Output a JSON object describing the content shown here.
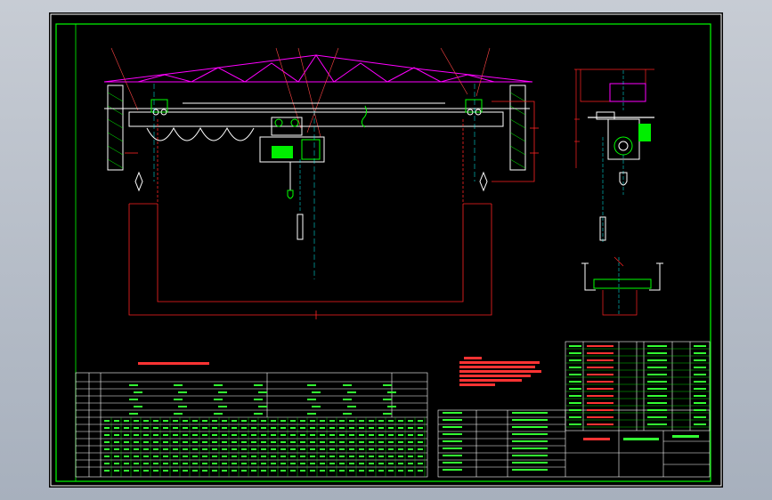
{
  "drawing": {
    "type": "cad-crane-assembly",
    "background": "#000000",
    "colors": {
      "frame": "#ffffff",
      "border": "#00ff00",
      "truss": "#ff00ff",
      "dimension": "#ff0000",
      "structure": "#ffffff",
      "equipment": "#00ff00",
      "centerline": "#00ffff",
      "text_red": "#ff3333",
      "text_green": "#33ff33"
    },
    "views": [
      "front-elevation",
      "side-section",
      "end-detail",
      "parameter-table",
      "title-block",
      "bill-of-materials",
      "technical-notes"
    ]
  }
}
